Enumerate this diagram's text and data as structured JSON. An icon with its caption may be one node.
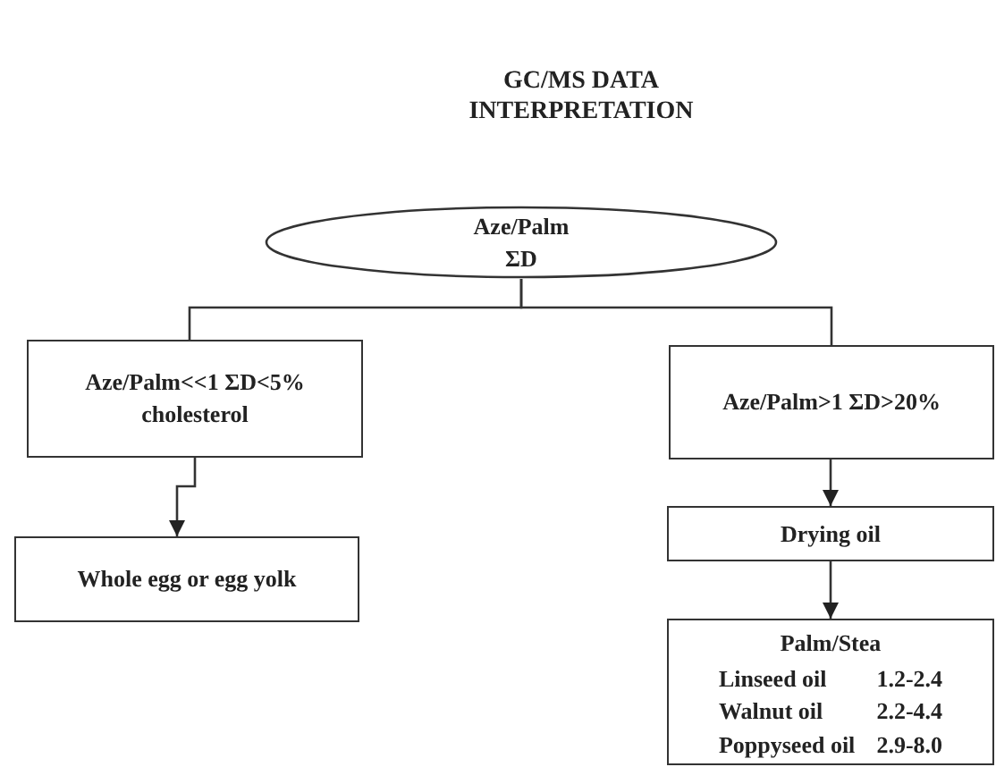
{
  "diagram": {
    "title": "GC/MS DATA INTERPRETATION",
    "nodes": [
      {
        "text": [
          "Aze/Palm",
          "ΣD"
        ]
      },
      {
        "text": [
          "Aze/Palm<<1 ΣD<5% cholesterol"
        ]
      },
      {
        "text": [
          "Aze/Palm>1 ΣD>20%"
        ]
      },
      {
        "text": [
          "Whole egg or egg yolk"
        ]
      },
      {
        "text": [
          "Drying oil"
        ]
      },
      {
        "text": [
          "Palm/Stea",
          "Linseed oil",
          "1.2-2.4",
          "Walnut oil",
          "2.2-4.4",
          "Poppyseed oil",
          "2.9-8.0"
        ]
      }
    ],
    "edges": [
      {
        "from": 0,
        "to": 1,
        "arrow": "none"
      },
      {
        "from": 0,
        "to": 2,
        "arrow": "none"
      },
      {
        "from": 1,
        "to": 3,
        "arrow": "to"
      },
      {
        "from": 2,
        "to": 4,
        "arrow": "to"
      },
      {
        "from": 4,
        "to": 5,
        "arrow": "to"
      }
    ]
  }
}
